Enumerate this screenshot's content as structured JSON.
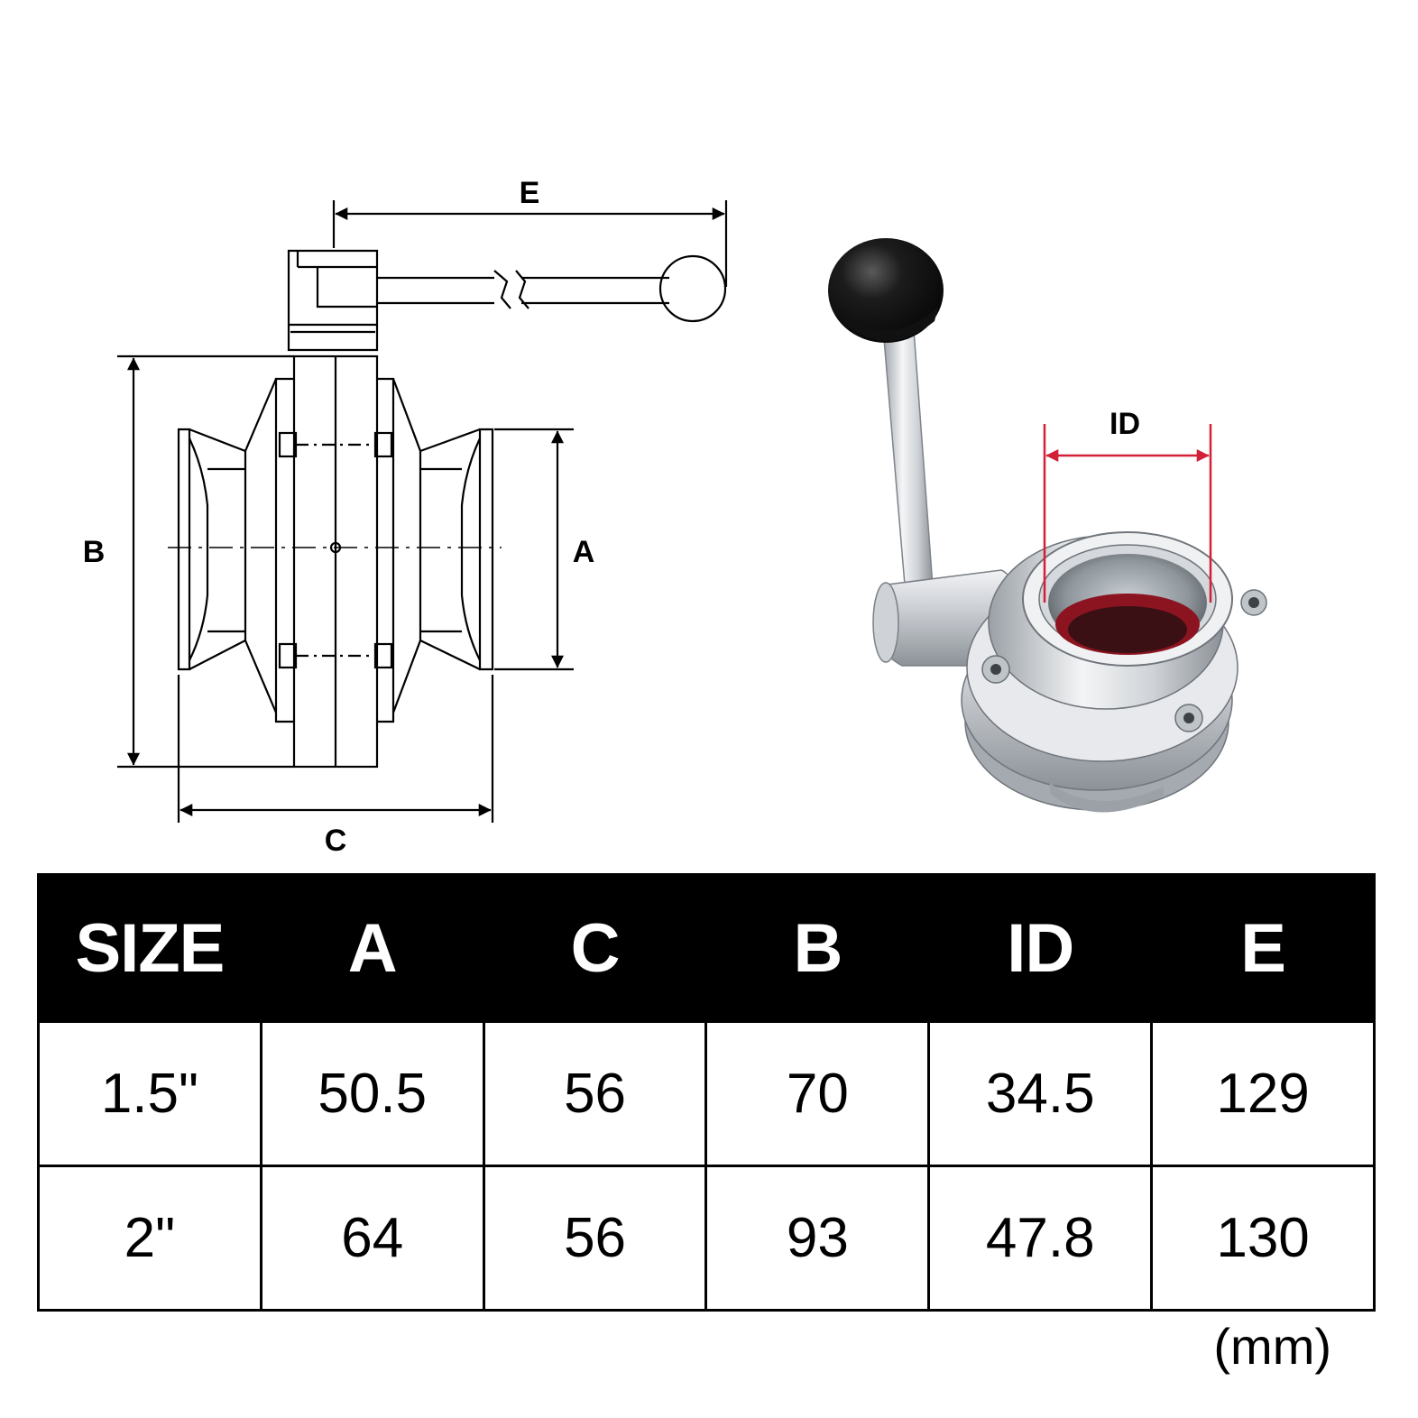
{
  "drawing": {
    "dimension_labels": {
      "E": "E",
      "B": "B",
      "A": "A",
      "C": "C",
      "ID": "ID"
    },
    "colors": {
      "line": "#000000",
      "id_dimension": "#d22036",
      "knob": "#0e0e0e",
      "steel": "#c9cdd2"
    }
  },
  "table": {
    "headers": [
      "SIZE",
      "A",
      "C",
      "B",
      "ID",
      "E"
    ],
    "rows": [
      [
        "1.5\"",
        "50.5",
        "56",
        "70",
        "34.5",
        "129"
      ],
      [
        "2\"",
        "64",
        "56",
        "93",
        "47.8",
        "130"
      ]
    ],
    "unit_note": "(mm)"
  }
}
